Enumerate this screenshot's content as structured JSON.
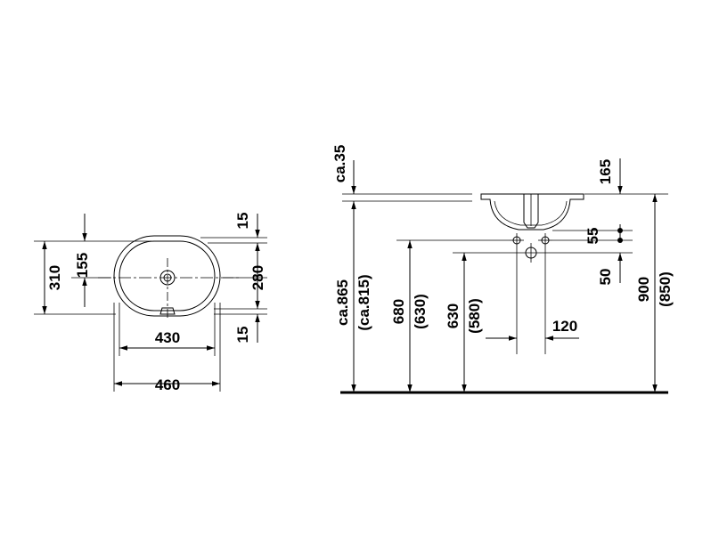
{
  "top_view": {
    "width_outer": "460",
    "width_inner": "430",
    "depth_outer": "310",
    "depth_inner": "280",
    "center_offset": "155",
    "rim_top": "15",
    "rim_bottom": "15"
  },
  "side_view": {
    "mount_depth": "ca.35",
    "height_rim": "ca.865",
    "height_rim_alt": "(ca.815)",
    "height_a": "680",
    "height_a_alt": "(630)",
    "height_b": "630",
    "height_b_alt": "(580)",
    "offset_120": "120",
    "offset_165": "165",
    "offset_55": "55",
    "offset_50": "50",
    "height_total": "900",
    "height_total_alt": "(850)"
  }
}
